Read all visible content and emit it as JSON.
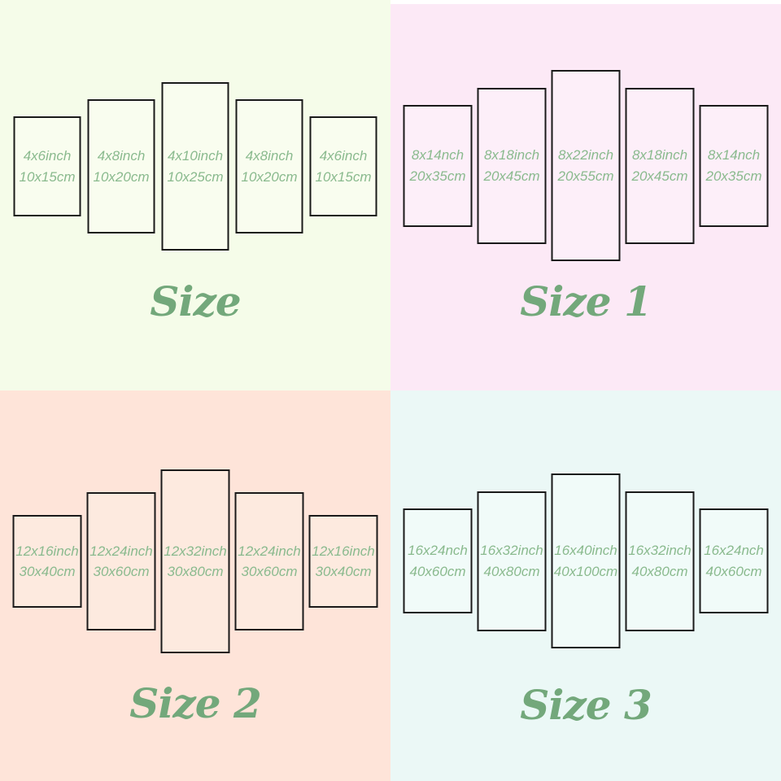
{
  "colors": {
    "panel_border": "#1a1a1a",
    "label_text": "#8aba8e",
    "title_text": "#73a87b",
    "top_strip": "#ffffff"
  },
  "quadrants": [
    {
      "title": "Size",
      "background": "#f5fce9",
      "panel_fill": "#f9fdef",
      "panels": [
        {
          "line1": "4x6inch",
          "line2": "10x15cm"
        },
        {
          "line1": "4x8inch",
          "line2": "10x20cm"
        },
        {
          "line1": "4x10inch",
          "line2": "10x25cm"
        },
        {
          "line1": "4x8inch",
          "line2": "10x20cm"
        },
        {
          "line1": "4x6inch",
          "line2": "10x15cm"
        }
      ]
    },
    {
      "title": "Size 1",
      "background": "#fce9f6",
      "panel_fill": "#fdeff9",
      "panels": [
        {
          "line1": "8x14nch",
          "line2": "20x35cm"
        },
        {
          "line1": "8x18inch",
          "line2": "20x45cm"
        },
        {
          "line1": "8x22inch",
          "line2": "20x55cm"
        },
        {
          "line1": "8x18inch",
          "line2": "20x45cm"
        },
        {
          "line1": "8x14nch",
          "line2": "20x35cm"
        }
      ]
    },
    {
      "title": "Size 2",
      "background": "#fee4d9",
      "panel_fill": "#fdeadf",
      "panels": [
        {
          "line1": "12x16inch",
          "line2": "30x40cm"
        },
        {
          "line1": "12x24inch",
          "line2": "30x60cm"
        },
        {
          "line1": "12x32inch",
          "line2": "30x80cm"
        },
        {
          "line1": "12x24inch",
          "line2": "30x60cm"
        },
        {
          "line1": "12x16inch",
          "line2": "30x40cm"
        }
      ]
    },
    {
      "title": "Size 3",
      "background": "#ebf8f6",
      "panel_fill": "#f1fbf9",
      "panels": [
        {
          "line1": "16x24nch",
          "line2": "40x60cm"
        },
        {
          "line1": "16x32inch",
          "line2": "40x80cm"
        },
        {
          "line1": "16x40inch",
          "line2": "40x100cm"
        },
        {
          "line1": "16x32inch",
          "line2": "40x80cm"
        },
        {
          "line1": "16x24nch",
          "line2": "40x60cm"
        }
      ]
    }
  ]
}
